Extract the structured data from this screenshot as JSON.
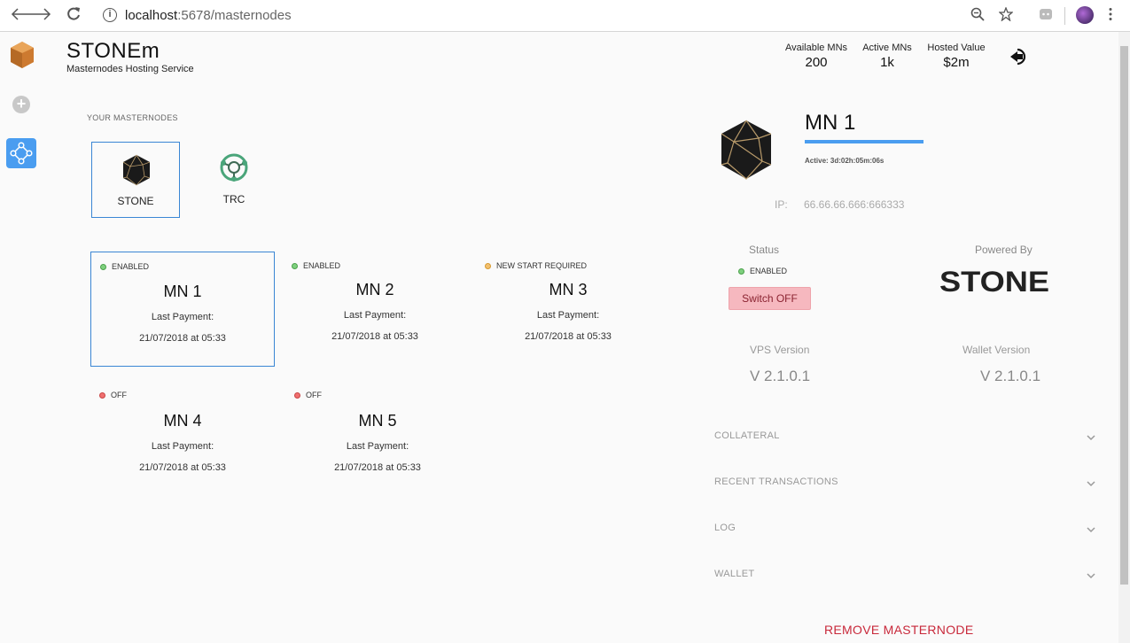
{
  "browser": {
    "url_host": "localhost",
    "url_path": ":5678/masternodes"
  },
  "header": {
    "title": "STONEm",
    "subtitle": "Masternodes Hosting Service",
    "stats": [
      {
        "label": "Available MNs",
        "value": "200"
      },
      {
        "label": "Active MNs",
        "value": "1k"
      },
      {
        "label": "Hosted Value",
        "value": "$2m"
      }
    ]
  },
  "masternodes": {
    "section_label": "YOUR MASTERNODES",
    "coins": [
      {
        "name": "STONE",
        "selected": true
      },
      {
        "name": "TRC",
        "selected": false
      }
    ],
    "nodes": [
      {
        "status": "ENABLED",
        "status_color": "green",
        "name": "MN 1",
        "payment_label": "Last Payment:",
        "payment_date": "21/07/2018 at 05:33",
        "selected": true
      },
      {
        "status": "ENABLED",
        "status_color": "green",
        "name": "MN 2",
        "payment_label": "Last Payment:",
        "payment_date": "21/07/2018 at 05:33",
        "selected": false
      },
      {
        "status": "NEW START REQUIRED",
        "status_color": "orange",
        "name": "MN 3",
        "payment_label": "Last Payment:",
        "payment_date": "21/07/2018 at 05:33",
        "selected": false
      },
      {
        "status": "OFF",
        "status_color": "red",
        "name": "MN 4",
        "payment_label": "Last Payment:",
        "payment_date": "21/07/2018 at 05:33",
        "selected": false
      },
      {
        "status": "OFF",
        "status_color": "red",
        "name": "MN 5",
        "payment_label": "Last Payment:",
        "payment_date": "21/07/2018 at 05:33",
        "selected": false
      }
    ]
  },
  "detail": {
    "name": "MN 1",
    "active_label": "Active: 3d:02h:05m:06s",
    "ip_label": "IP:",
    "ip_value": "66.66.66.666:666333",
    "status_title": "Status",
    "status_value": "ENABLED",
    "switch_label": "Switch OFF",
    "powered_title": "Powered By",
    "powered_text": "STONE",
    "vps_title": "VPS Version",
    "vps_value": "V 2.1.0.1",
    "wallet_title": "Wallet Version",
    "wallet_value": "V 2.1.0.1",
    "accordions": [
      "COLLATERAL",
      "RECENT TRANSACTIONS",
      "LOG",
      "WALLET"
    ],
    "remove_label": "REMOVE MASTERNODE"
  },
  "colors": {
    "accent": "#4a9df0",
    "selected_border": "#3a86d4",
    "danger": "#c8283a",
    "switch_bg": "#f6b8bf"
  }
}
